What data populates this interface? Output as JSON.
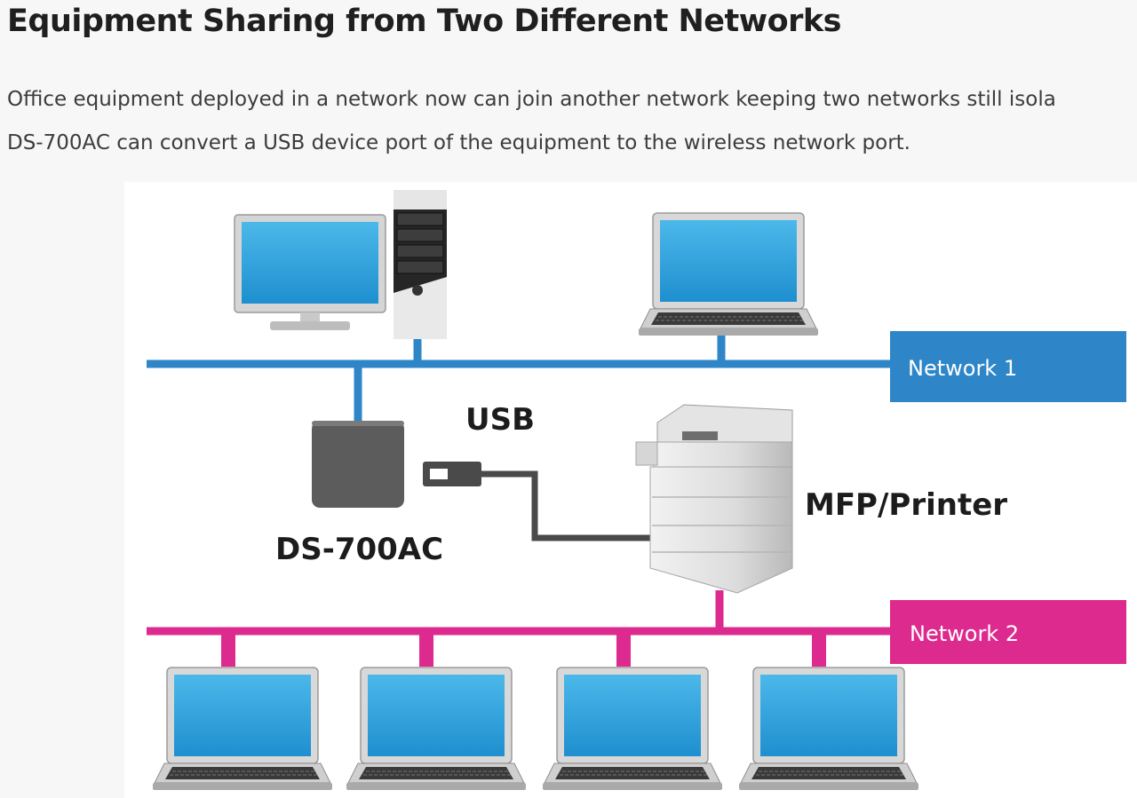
{
  "title": "Equipment Sharing from Two Different Networks",
  "intro": {
    "line1": "Office equipment deployed in a network now can join another network keeping two networks still isola",
    "line2": "DS-700AC can convert a USB device port of the equipment to the wireless network port."
  },
  "diagram": {
    "network1_label": "Network 1",
    "network2_label": "Network 2",
    "usb_label": "USB",
    "server_label": "DS-700AC",
    "printer_label": "MFP/Printer",
    "colors": {
      "network1": "#2e86c8",
      "network2": "#dd2a8f",
      "screen": "#2ea3dc",
      "server": "#5c5c5c",
      "cable": "#4a4a4a"
    }
  }
}
